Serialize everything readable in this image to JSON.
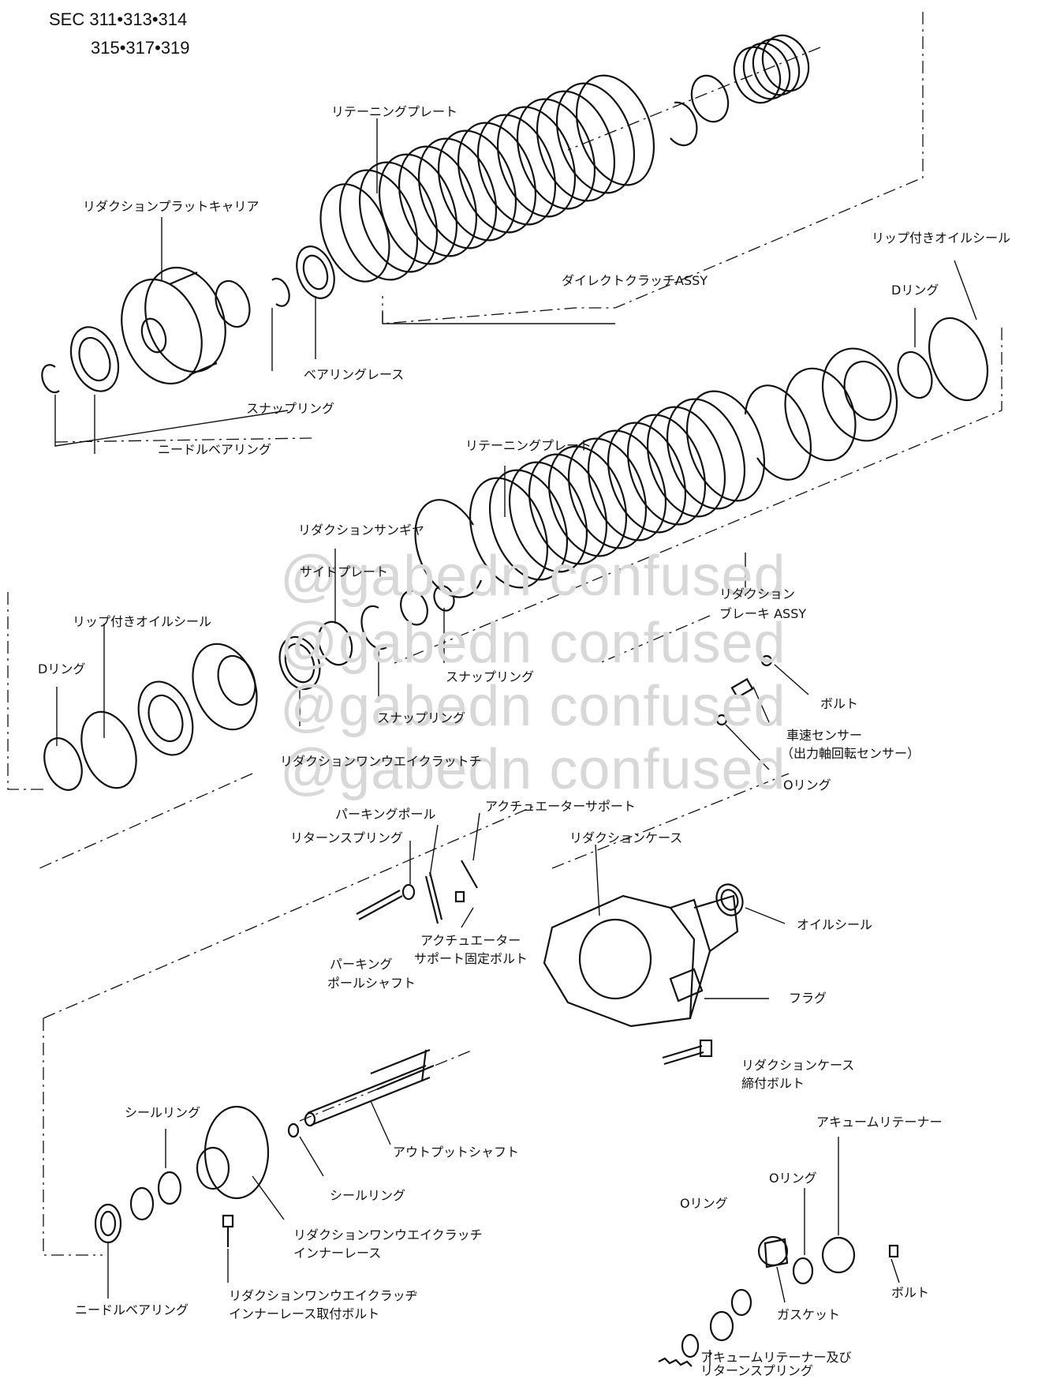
{
  "header": {
    "sec_line1": "SEC 311•313•314",
    "sec_line2": "315•317•319"
  },
  "watermark": {
    "lines": [
      "@gabedn confused",
      "@gabedn confused",
      "@gabedn confused",
      "@gabedn confused"
    ]
  },
  "labels": {
    "retaining_plate_top": "リテーニングプレート",
    "reduction_planet_carrier": "リダクションプラットキャリア",
    "lip_oil_seal_right": "リップ付きオイルシール",
    "d_ring_right": "Dリング",
    "direct_clutch_assy": "ダイレクトクラッチASSY",
    "bearing_race": "ベアリングレース",
    "snap_ring_top": "スナップリング",
    "needle_bearing_top": "ニードルベアリング",
    "retaining_plate_mid": "リテーニングプレート",
    "reduction_sun_gear": "リダクションサンギヤ",
    "side_plate": "サイドプレート",
    "lip_oil_seal_left": "リップ付きオイルシール",
    "d_ring_left": "Dリング",
    "reduction_brake_assy_1": "リダクション",
    "reduction_brake_assy_2": "ブレーキ ASSY",
    "snap_ring_mid_right": "スナップリング",
    "snap_ring_mid_left": "スナップリング",
    "reduction_one_way_clutch": "リダクションワンウエイクラットチ",
    "bolt_sensor": "ボルト",
    "speed_sensor_1": "車速センサー",
    "speed_sensor_2": "（出力軸回転センサー）",
    "o_ring_sensor": "Oリング",
    "parking_pawl": "パーキングポール",
    "actuator_support": "アクチュエーターサポート",
    "return_spring": "リターンスプリング",
    "reduction_case": "リダクションケース",
    "oil_seal": "オイルシール",
    "actuator_bolt_1": "アクチュエーター",
    "actuator_bolt_2": "サポート固定ボルト",
    "parking_shaft_1": "パーキング",
    "parking_shaft_2": "ポールシャフト",
    "plug": "フラグ",
    "case_bolt_1": "リダクションケース",
    "case_bolt_2": "締付ボルト",
    "seal_ring_top": "シールリング",
    "output_shaft": "アウトプットシャフト",
    "seal_ring_bottom": "シールリング",
    "inner_race_1": "リダクションワンウエイクラッチ",
    "inner_race_2": "インナーレース",
    "needle_bearing_bottom": "ニードルベアリング",
    "inner_race_bolt_1": "リダクションワンウエイクラッヂ",
    "inner_race_bolt_2": "インナーレース取付ボルト",
    "accum_retainer": "アキュームリテーナー",
    "o_ring_accum_a": "Oリング",
    "o_ring_accum_b": "Oリング",
    "bolt_accum": "ボルト",
    "gasket": "ガスケット",
    "accum_spring_1": "アキュームリテーナー及び",
    "accum_spring_2": "リターンスプリング"
  }
}
